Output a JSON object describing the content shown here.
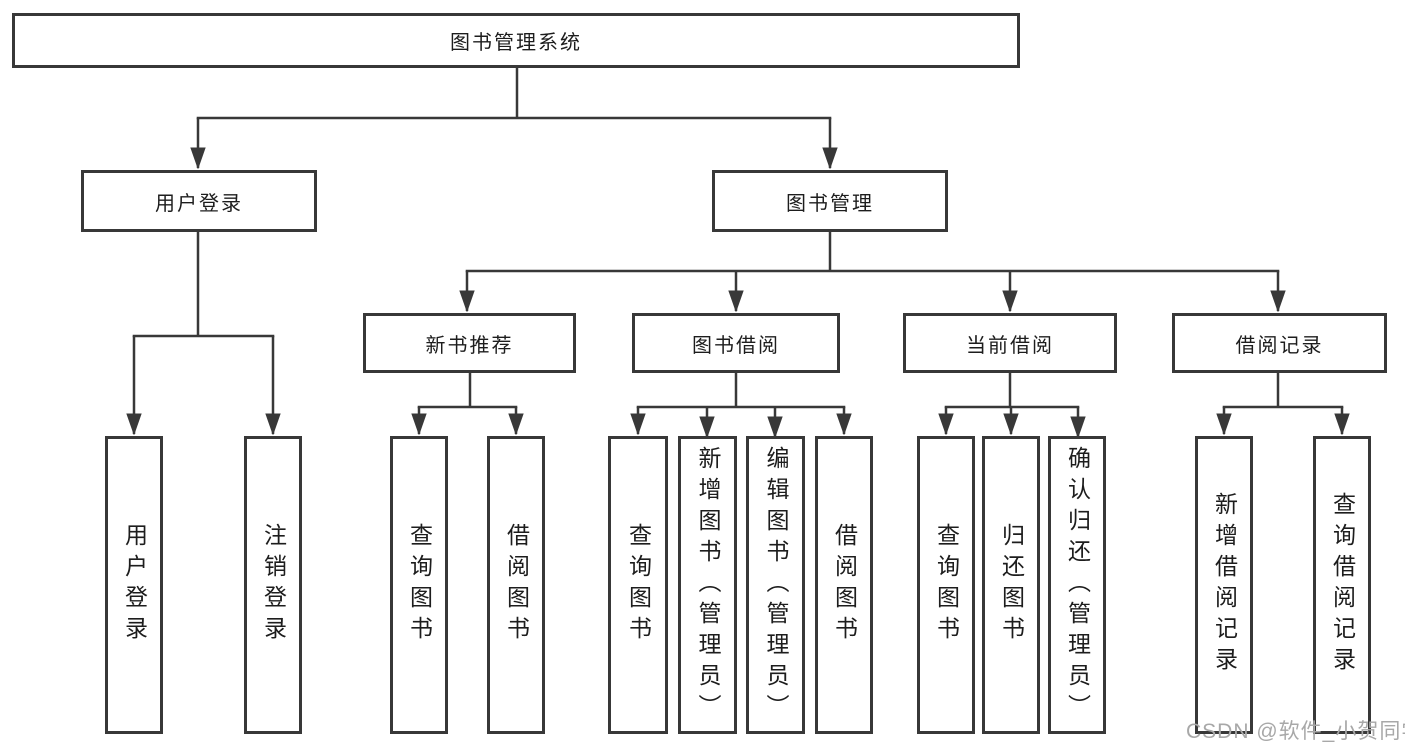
{
  "colors": {
    "line": "#383838",
    "border": "#383838",
    "text": "#1d1d1d",
    "watermark_color": "#a8a8a8",
    "background": "#ffffff"
  },
  "diagram": {
    "root": {
      "label": "图书管理系统"
    },
    "branches": [
      {
        "label": "用户登录",
        "children": [
          {
            "label": "用户登录"
          },
          {
            "label": "注销登录"
          }
        ]
      },
      {
        "label": "图书管理",
        "children": [
          {
            "label": "新书推荐",
            "children": [
              {
                "label": "查询图书"
              },
              {
                "label": "借阅图书"
              }
            ]
          },
          {
            "label": "图书借阅",
            "children": [
              {
                "label": "查询图书"
              },
              {
                "label": "新增图书（管理员）"
              },
              {
                "label": "编辑图书（管理员）"
              },
              {
                "label": "借阅图书"
              }
            ]
          },
          {
            "label": "当前借阅",
            "children": [
              {
                "label": "查询图书"
              },
              {
                "label": "归还图书"
              },
              {
                "label": "确认归还（管理员）"
              }
            ]
          },
          {
            "label": "借阅记录",
            "children": [
              {
                "label": "新增借阅记录"
              },
              {
                "label": "查询借阅记录"
              }
            ]
          }
        ]
      }
    ]
  },
  "watermark": {
    "text": "CSDN @软件_小贺同学"
  }
}
